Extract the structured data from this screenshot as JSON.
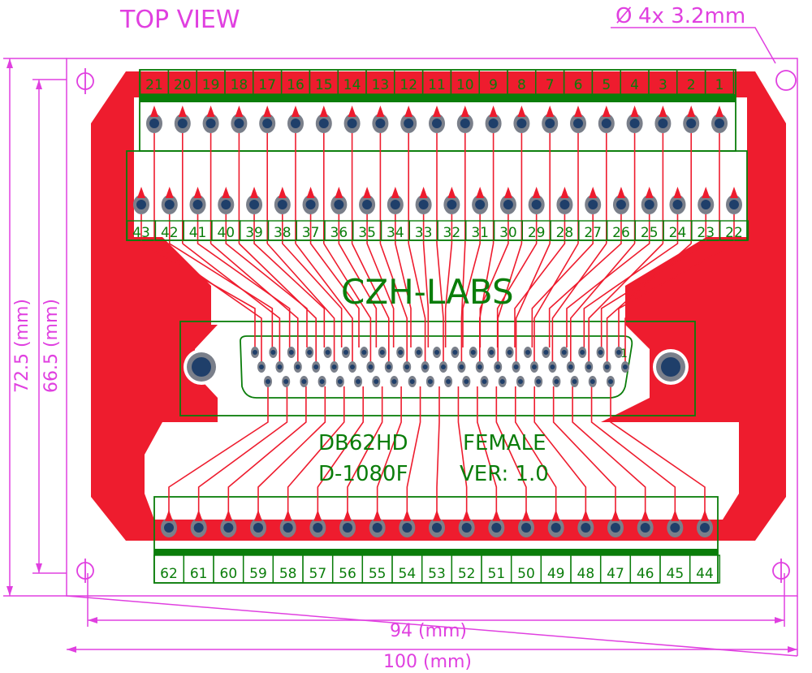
{
  "title": "TOP VIEW",
  "hole_spec": "4x  3.2mm",
  "hole_symbol": "Ø",
  "brand": "CZH-LABS",
  "product": {
    "line1_left": "DB62HD",
    "line1_right": "FEMALE",
    "line2_left": "D-1080F",
    "line2_right": "VER: 1.0"
  },
  "dimensions": {
    "height_outer": "72.5 (mm)",
    "height_inner": "66.5 (mm)",
    "width_inner": "94 (mm)",
    "width_outer": "100 (mm)"
  },
  "connector_pin1_label": "1",
  "terminals": {
    "top_row_numbers": [
      "21",
      "20",
      "19",
      "18",
      "17",
      "16",
      "15",
      "14",
      "13",
      "12",
      "11",
      "10",
      "9",
      "8",
      "7",
      "6",
      "5",
      "4",
      "3",
      "2",
      "1"
    ],
    "middle_row_numbers": [
      "43",
      "42",
      "41",
      "40",
      "39",
      "38",
      "37",
      "36",
      "35",
      "34",
      "33",
      "32",
      "31",
      "30",
      "29",
      "28",
      "27",
      "26",
      "25",
      "24",
      "23",
      "22"
    ],
    "bottom_row_numbers": [
      "62",
      "61",
      "60",
      "59",
      "58",
      "57",
      "56",
      "55",
      "54",
      "53",
      "52",
      "51",
      "50",
      "49",
      "48",
      "47",
      "46",
      "45",
      "44"
    ]
  },
  "colors": {
    "board": "#ee1c2e",
    "silkscreen": "#0a7d0a",
    "dimension": "#e040e0",
    "pad": "#7a7f8a",
    "pad_hole": "#1f3f6a"
  }
}
